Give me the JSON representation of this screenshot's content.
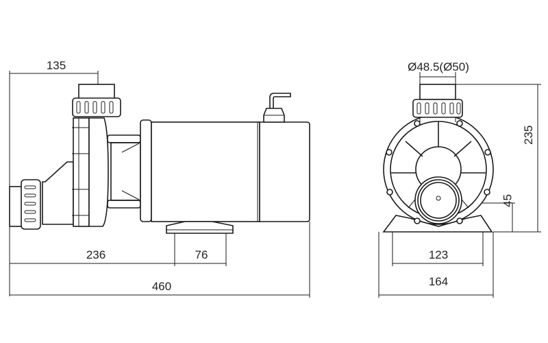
{
  "drawing": {
    "side_view": {
      "dim_outlet_offset": "135",
      "dim_inlet_to_foot": "236",
      "dim_foot_width": "76",
      "dim_total_length": "460"
    },
    "front_view": {
      "dim_pipe_diameter": "Ø48.5(Ø50)",
      "dim_total_height": "235",
      "dim_inlet_height": "45",
      "dim_foot_span": "123",
      "dim_base_width": "164"
    },
    "line_color": "#1a1a1a"
  }
}
